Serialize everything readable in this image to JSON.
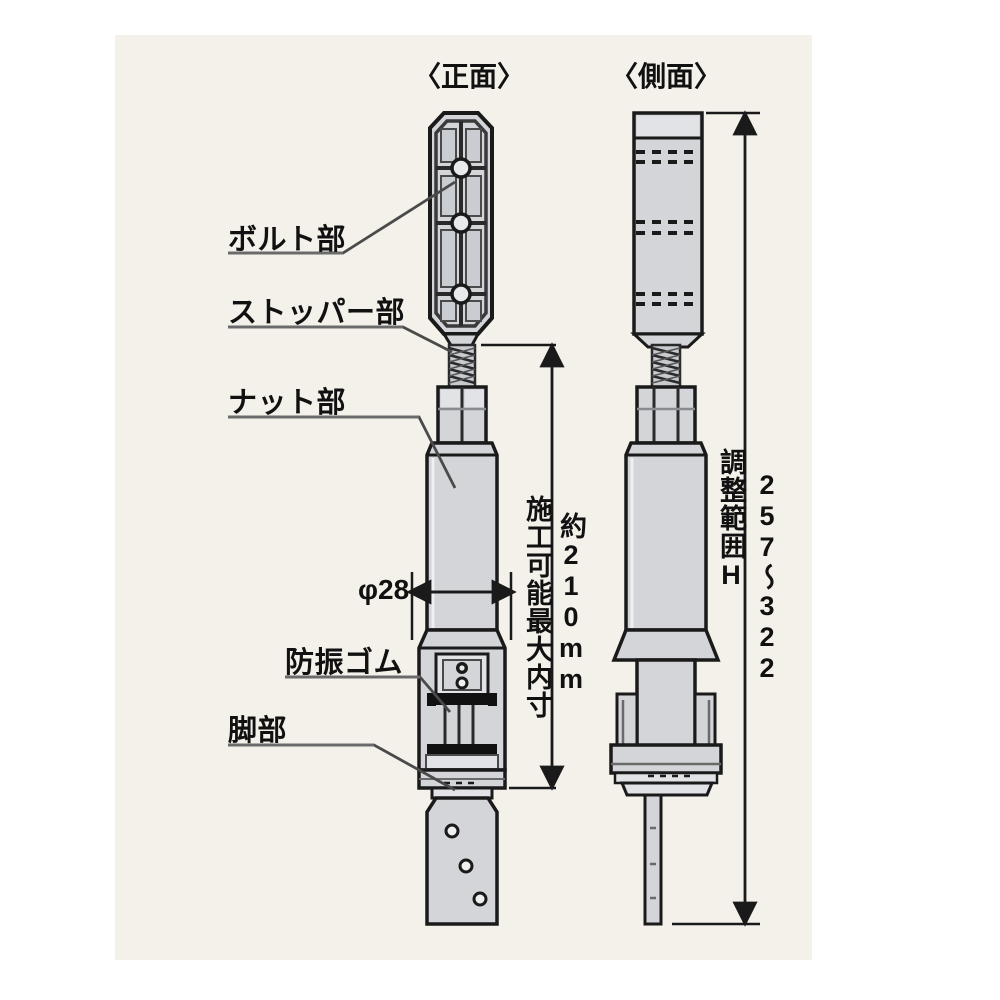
{
  "page": {
    "background_color": "#ffffff",
    "panel_color": "#f3f1e9",
    "part_fill": "#d3d5d8",
    "part_fill_light": "#e2e3e6",
    "line_color": "#1a1a1a"
  },
  "views": {
    "front": {
      "title": "〈正面〉"
    },
    "side": {
      "title": "〈側面〉"
    }
  },
  "labels": [
    {
      "id": "bolt",
      "text": "ボルト部"
    },
    {
      "id": "stopper",
      "text": "ストッパー部"
    },
    {
      "id": "nut",
      "text": "ナット部"
    },
    {
      "id": "damper",
      "text": "防振ゴム"
    },
    {
      "id": "foot",
      "text": "脚部"
    }
  ],
  "dimensions": {
    "diameter": "φ28",
    "inner_label": "施工可能最大内寸",
    "inner_value": "約210mm",
    "range_label": "調整範囲H",
    "range_value": "257〜322"
  }
}
